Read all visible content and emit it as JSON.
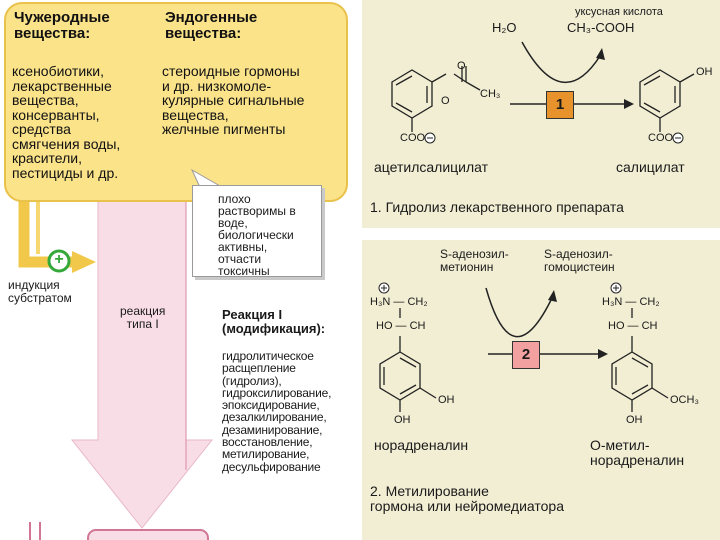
{
  "left": {
    "xenobiotics_header": "Чужеродные\nвещества:",
    "endogenous_header": "Эндогенные\nвещества:",
    "xenobiotics_list": "ксенобиотики,\nлекарственные\nвещества,\nконсерванты,\nсредства\nсмягчения воды,\nкрасители,\nпестициды и др.",
    "endogenous_list": "стероидные гормоны\nи др. низкомоле-\nкулярные сигнальные\nвещества,\nжелчные пигменты",
    "callout": "плохо\nрастворимы в\nводе,\nбиологически\nактивны,\nотчасти\nтоксичны",
    "plus_sign": "+",
    "induction_label": "индукция\nсубстратом",
    "reaction_type_label": "реакция\nтипа I",
    "reaction1_title": "Реакция I\n(модификация):",
    "reaction1_list": "гидролитическое\nрасщепление\n(гидролиз),\nгидроксилирование,\nэпоксидирование,\nдезалкилирование,\nдезаминирование,\nвосстановление,\nметилирование,\nдесульфирование"
  },
  "panel1": {
    "h2o": "H₂O",
    "acetic_acid_name": "уксусная кислота",
    "acetic_acid_formula": "CH₃-COOH",
    "enzyme": "1",
    "coo_left": "COO",
    "coo_right": "COO",
    "o_label": "O",
    "ch3_label": "CH₃",
    "oh_label": "OH",
    "reactant": "ацетилсалицилат",
    "product": "салицилат",
    "title": "1. Гидролиз лекарственного препарата"
  },
  "panel2": {
    "cofactor_in": "S-аденозил-\nметионин",
    "cofactor_out": "S-аденозил-\nгомоцистеин",
    "enzyme": "2",
    "h3n_left": "H₃N — CH₂",
    "hoch_left": "HO — CH",
    "h3n_right": "H₃N — CH₂",
    "hoch_right": "HO — CH",
    "oh_left_mid": "OH",
    "oh_left_bot": "OH",
    "och3_right": "OCH₃",
    "oh_right_bot": "OH",
    "reactant": "норадреналин",
    "product": "О-метил-\nнорадреналин",
    "title": "2. Метилирование\n    гормона или нейромедиатора"
  },
  "colors": {
    "yellow": "#fbe38a",
    "yellow_border": "#e8c24a",
    "green": "#35a83a",
    "enzyme1": "#e8922c",
    "enzyme2": "#f2a0a0",
    "panel": "#f2eed4",
    "pink_arrow": "#f8dde6"
  }
}
